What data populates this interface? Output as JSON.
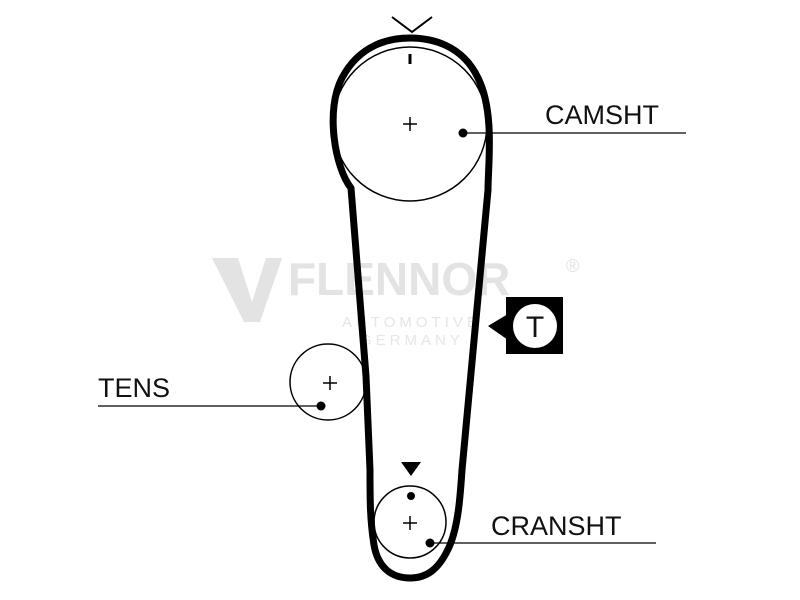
{
  "labels": {
    "camshaft": "CAMSHT",
    "tensioner": "TENS",
    "crankshaft": "CRANSHT",
    "tension_badge": "T"
  },
  "watermark": {
    "brand": "FLENNOR",
    "registered": "®",
    "line1": "AUTOMOTIVE",
    "line2": "GERMANY"
  },
  "colors": {
    "belt": "#000000",
    "watermark": "#e3e3e3"
  }
}
